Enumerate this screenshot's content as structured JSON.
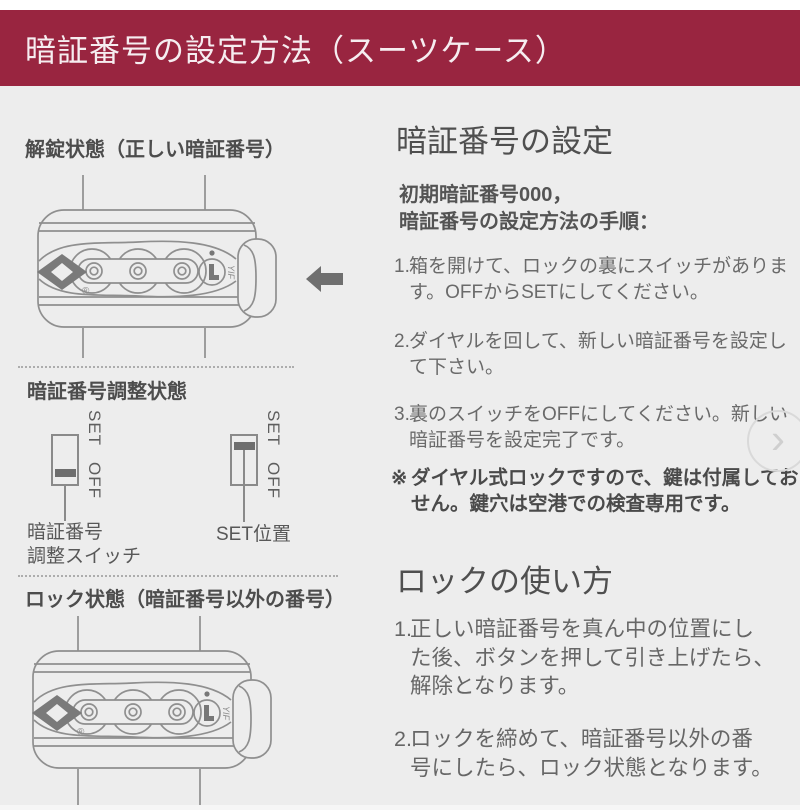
{
  "header": {
    "title": "暗証番号の設定方法（スーツケース）"
  },
  "unlock_section": {
    "heading": "解錠状態（正しい暗証番号）"
  },
  "adjust_section": {
    "heading": "暗証番号調整状態",
    "set_label": "SET",
    "off_label": "OFF",
    "off_switch_caption_line1": "暗証番号",
    "off_switch_caption_line2": "調整スイッチ",
    "set_switch_caption": "SET位置"
  },
  "lock_section": {
    "heading": "ロック状態（暗証番号以外の番号）"
  },
  "lock_art": {
    "registered_mark": "®",
    "brand_text": "YIF"
  },
  "pin_setting": {
    "heading": "暗証番号の設定",
    "intro_line1": "初期暗証番号000，",
    "intro_line2": "暗証番号の設定方法の手順：",
    "steps": [
      {
        "num": "1.",
        "lines": [
          "箱を開けて、ロックの裏にスイッチがありま",
          "す。OFFからSETにしてください。"
        ]
      },
      {
        "num": "2.",
        "lines": [
          "ダイヤルを回して、新しい暗証番号を設定し",
          "て下さい。"
        ]
      },
      {
        "num": "3.",
        "lines": [
          "裏のスイッチをOFFにしてください。新しい",
          "暗証番号を設定完了です。"
        ]
      }
    ],
    "note_marker": "※",
    "note_lines": [
      "ダイヤル式ロックですので、鍵は付属しておりま",
      "せん。鍵穴は空港での検査専用です。"
    ]
  },
  "lock_usage": {
    "heading": "ロックの使い方",
    "steps": [
      {
        "num": "1.",
        "lines": [
          "正しい暗証番号を真ん中の位置にし",
          "た後、ボタンを押して引き上げたら、",
          "解除となります。"
        ]
      },
      {
        "num": "2.",
        "lines": [
          "ロックを締めて、暗証番号以外の番",
          "号にしたら、ロック状態となります。"
        ]
      }
    ]
  },
  "carousel": {
    "next_icon": "›"
  },
  "colors": {
    "header_bg": "#992540",
    "header_text": "#F6EDF0",
    "page_bg": "#EDEDED",
    "heading_text": "#4D4D4D",
    "body_text": "#666666",
    "line_art": "#8F8F8F",
    "dark_fill": "#6F6F6F"
  }
}
